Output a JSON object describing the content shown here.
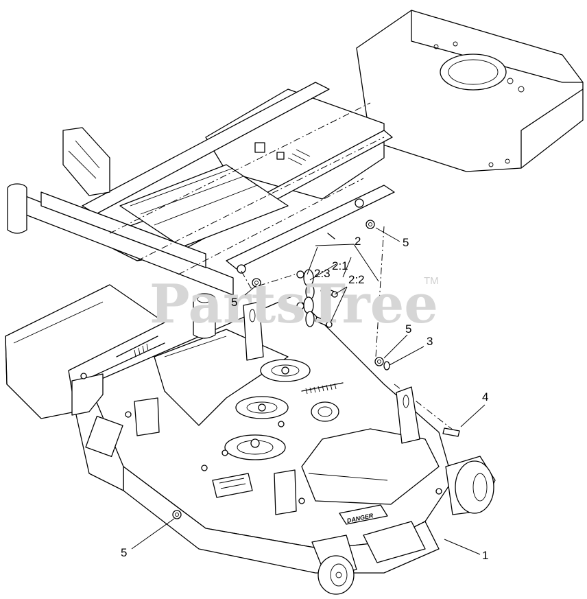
{
  "watermark": {
    "text": "PartsTree",
    "tm": "TM"
  },
  "decal": {
    "danger": "DANGER"
  },
  "callouts": {
    "c1": "1",
    "c2": "2",
    "c2_1": "2:1",
    "c2_2": "2:2",
    "c2_3": "2:3",
    "c3": "3",
    "c4": "4",
    "c5_top": "5",
    "c5_mid": "5",
    "c5_right": "5",
    "c5_bottom": "5"
  }
}
